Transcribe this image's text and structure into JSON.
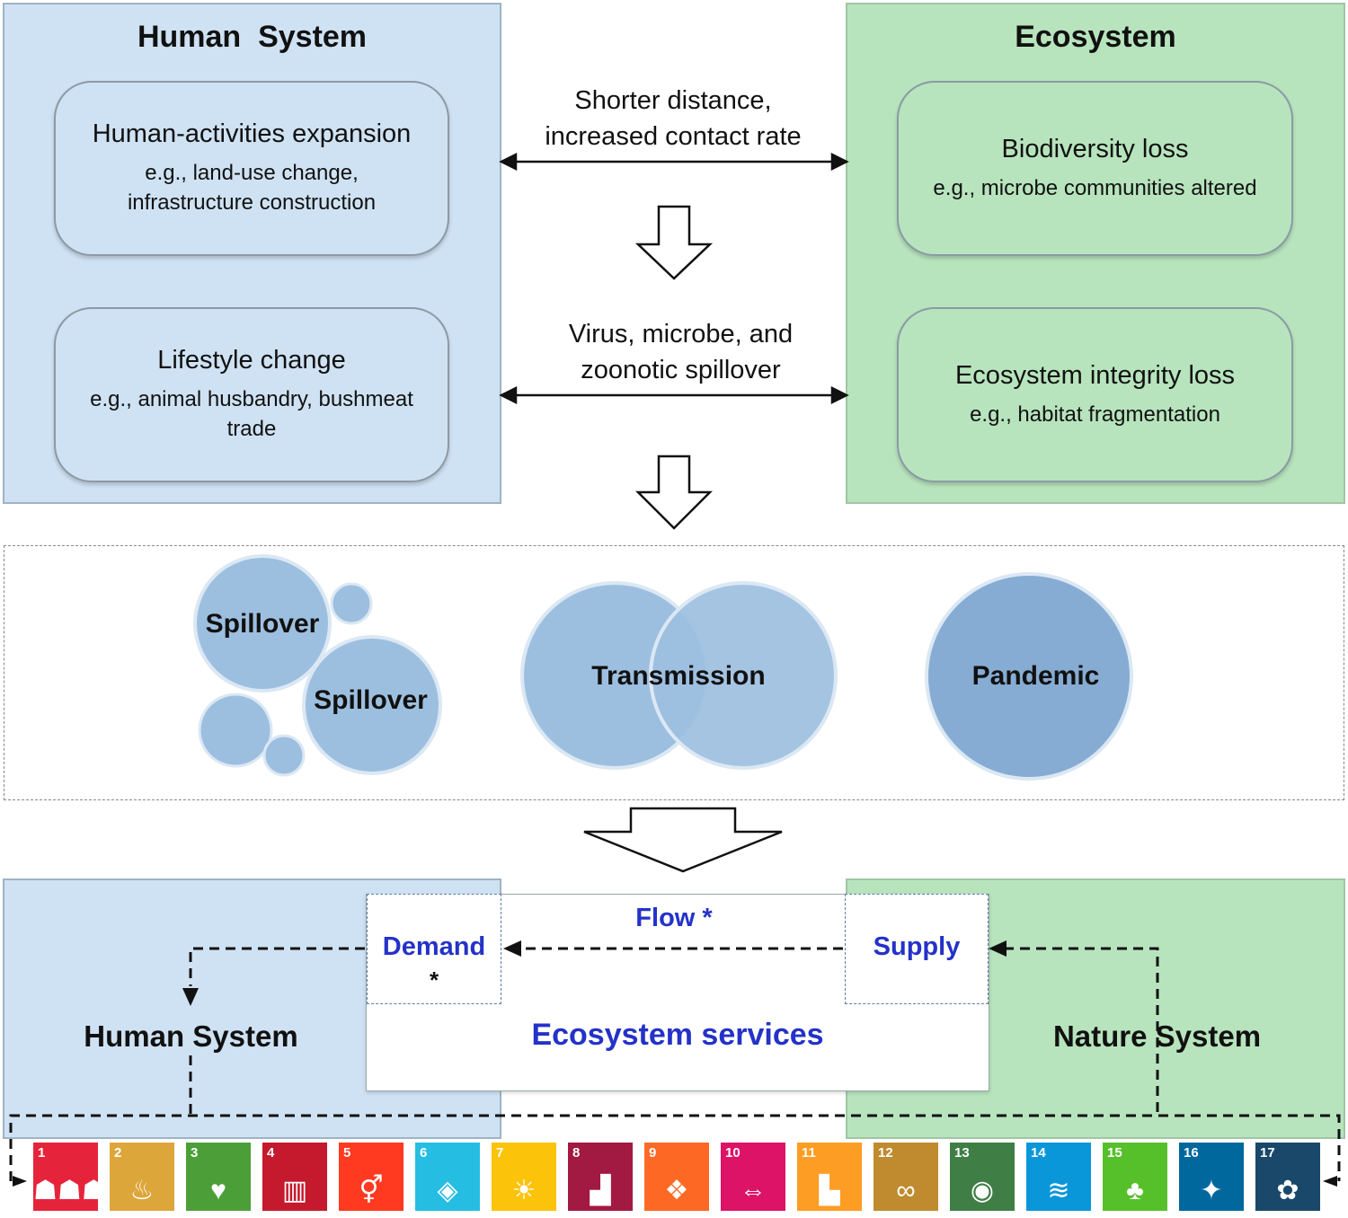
{
  "top": {
    "human_title": "Human  System",
    "eco_title": "Ecosystem",
    "human_boxes": [
      {
        "head": "Human-activities expansion",
        "sub": "e.g., land-use change, infrastructure construction"
      },
      {
        "head": "Lifestyle change",
        "sub": "e.g., animal husbandry, bushmeat trade"
      }
    ],
    "eco_boxes": [
      {
        "head": "Biodiversity loss",
        "sub": "e.g., microbe communities altered"
      },
      {
        "head": "Ecosystem integrity loss",
        "sub": "e.g., habitat fragmentation"
      }
    ],
    "mid_label_1": "Shorter distance, increased contact rate",
    "mid_label_2": "Virus, microbe, and zoonotic spillover"
  },
  "middle": {
    "spillover_1": "Spillover",
    "spillover_2": "Spillover",
    "transmission": "Transmission",
    "pandemic": "Pandemic"
  },
  "bottom": {
    "flow": "Flow *",
    "demand": "Demand",
    "demand_star": "*",
    "supply": "Supply",
    "ecosystem_services": "Ecosystem services",
    "human_system": "Human System",
    "nature_system": "Nature System"
  },
  "colors": {
    "human_panel": "#cfe2f3",
    "eco_panel": "#b7e4bd",
    "circle_light": "#9dbfdf",
    "circle_dark": "#86acd3",
    "accent_blue": "#2432c8"
  },
  "sdgs": [
    {
      "num": "1",
      "color": "#e5243b",
      "icon": "people-icon",
      "glyph": "☗☗☗"
    },
    {
      "num": "2",
      "color": "#dda63a",
      "icon": "bowl-icon",
      "glyph": "♨"
    },
    {
      "num": "3",
      "color": "#4c9f38",
      "icon": "heartbeat-icon",
      "glyph": "♥"
    },
    {
      "num": "4",
      "color": "#c5192d",
      "icon": "book-icon",
      "glyph": "▥"
    },
    {
      "num": "5",
      "color": "#ff3a21",
      "icon": "gender-icon",
      "glyph": "⚥"
    },
    {
      "num": "6",
      "color": "#26bde2",
      "icon": "water-drop-icon",
      "glyph": "◈"
    },
    {
      "num": "7",
      "color": "#fcc30b",
      "icon": "sun-icon",
      "glyph": "☀"
    },
    {
      "num": "8",
      "color": "#a21942",
      "icon": "growth-chart-icon",
      "glyph": "▟"
    },
    {
      "num": "9",
      "color": "#fd6925",
      "icon": "cubes-icon",
      "glyph": "❖"
    },
    {
      "num": "10",
      "color": "#dd1367",
      "icon": "equality-arrows-icon",
      "glyph": "⇔"
    },
    {
      "num": "11",
      "color": "#fd9d24",
      "icon": "city-icon",
      "glyph": "▙"
    },
    {
      "num": "12",
      "color": "#bf8b2e",
      "icon": "infinity-icon",
      "glyph": "∞"
    },
    {
      "num": "13",
      "color": "#3f7e44",
      "icon": "eye-icon",
      "glyph": "◉"
    },
    {
      "num": "14",
      "color": "#0a97d9",
      "icon": "fish-icon",
      "glyph": "≋"
    },
    {
      "num": "15",
      "color": "#56c02b",
      "icon": "tree-icon",
      "glyph": "♣"
    },
    {
      "num": "16",
      "color": "#00689d",
      "icon": "dove-icon",
      "glyph": "✦"
    },
    {
      "num": "17",
      "color": "#19486a",
      "icon": "flower-icon",
      "glyph": "✿"
    }
  ]
}
